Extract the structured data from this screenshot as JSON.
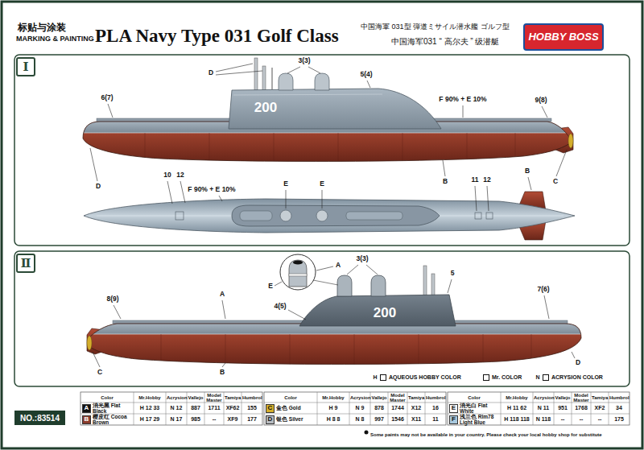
{
  "diagram": {
    "title": "PLA Navy Type 031 Golf Class",
    "nodes": [
      {
        "text": [
          "HOBBY BOSS"
        ]
      },
      {
        "text": [
          "Ⅰ"
        ]
      },
      {
        "text": [
          "Ⅱ"
        ]
      },
      {
        "text": [
          "NO.:83514"
        ]
      }
    ],
    "labels": [
      "标贴与涂装",
      "MARKING & PAINTING",
      "中国海軍 031型 弾道ミサイル潜水艦 ゴルフ型",
      "中国海军031 “ 高尔夫 ” 级潜艇",
      "D",
      "3(3)",
      "5(4)",
      "6(7)",
      "200",
      "F 90% + E 10%",
      "9(8)",
      "D",
      "B",
      "C",
      "10",
      "12",
      "F 90% + E 10%",
      "E",
      "E",
      "11",
      "12",
      "B",
      "A",
      "E",
      "3(3)",
      "5",
      "8(9)",
      "A",
      "4(5)",
      "200",
      "7(6)",
      "C",
      "B",
      "D",
      "H",
      "N",
      "Some paints may not be available in your country. Please check your local hobby shop for substitute",
      "Color",
      "Mr.Hobby",
      "Acrysion",
      "Vallejo",
      "Model Master",
      "Tamiya",
      "Humbrol",
      "Color",
      "Mr.Hobby",
      "Acrysion",
      "Vallejo",
      "Model Master",
      "Tamiya",
      "Humbrol",
      "Color",
      "Mr.Hobby",
      "Acrysion",
      "Vallejo",
      "Model Master",
      "Tamiya",
      "Humbrol",
      "A",
      "H 12 33",
      "N 12",
      "887",
      "1711",
      "XF62",
      "155",
      "B",
      "H 17 29",
      "N 17",
      "985",
      "--",
      "XF9",
      "177",
      "C",
      "H 9",
      "N 9",
      "878",
      "1744",
      "X12",
      "16",
      "D",
      "H 8 8",
      "N 8",
      "997",
      "1546",
      "X11",
      "11",
      "E",
      "H 11 62",
      "N 11",
      "951",
      "1768",
      "XF2",
      "34",
      "F",
      "H 118 118",
      "N 118",
      "--",
      "--",
      "--",
      "175"
    ],
    "legend": [
      {
        "text": "AQUEOUS HOBBY COLOR"
      },
      {
        "text": "Mr. COLOR"
      },
      {
        "text": "ACRYSION COLOR"
      },
      {
        "text": "消光黑 Flat Black",
        "color": "#111111"
      },
      {
        "text": "樱皮红 Cocoa Brown",
        "color": "#8b3b2b"
      },
      {
        "text": "金色 Gold",
        "color": "#d4ae2c"
      },
      {
        "text": "银色 Silver",
        "color": "#b8bcc0"
      },
      {
        "text": "消光白 Flat White",
        "color": "#ffffff"
      },
      {
        "text": "浅兰色 Rlm78 Light Blue",
        "color": "#a8c8dd"
      }
    ]
  }
}
